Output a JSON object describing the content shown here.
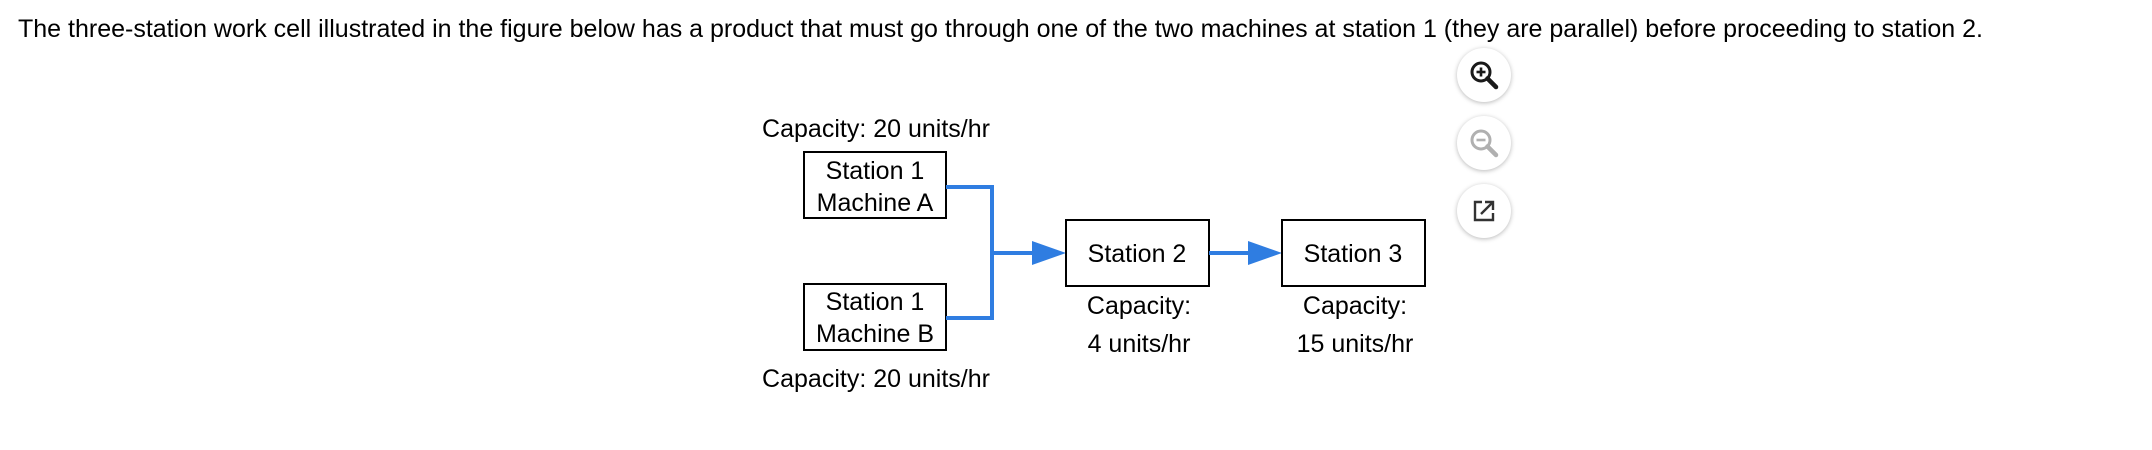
{
  "question": {
    "text": "The three-station work cell illustrated in the figure below has a product that must go through one of the two machines at station 1 (they are parallel) before proceeding to station 2."
  },
  "diagram": {
    "station1_machine_a": {
      "line1": "Station 1",
      "line2": "Machine A",
      "capacity": "Capacity: 20 units/hr"
    },
    "station1_machine_b": {
      "line1": "Station 1",
      "line2": "Machine B",
      "capacity": "Capacity: 20 units/hr"
    },
    "station2": {
      "label": "Station 2",
      "capacity_line1": "Capacity:",
      "capacity_line2": "4 units/hr"
    },
    "station3": {
      "label": "Station 3",
      "capacity_line1": "Capacity:",
      "capacity_line2": "15 units/hr"
    },
    "connector_color": "#2f7de1"
  },
  "toolbar": {
    "zoom_in_icon": "zoom-in-icon",
    "zoom_out_icon": "zoom-out-icon",
    "open_external_icon": "open-external-icon"
  }
}
